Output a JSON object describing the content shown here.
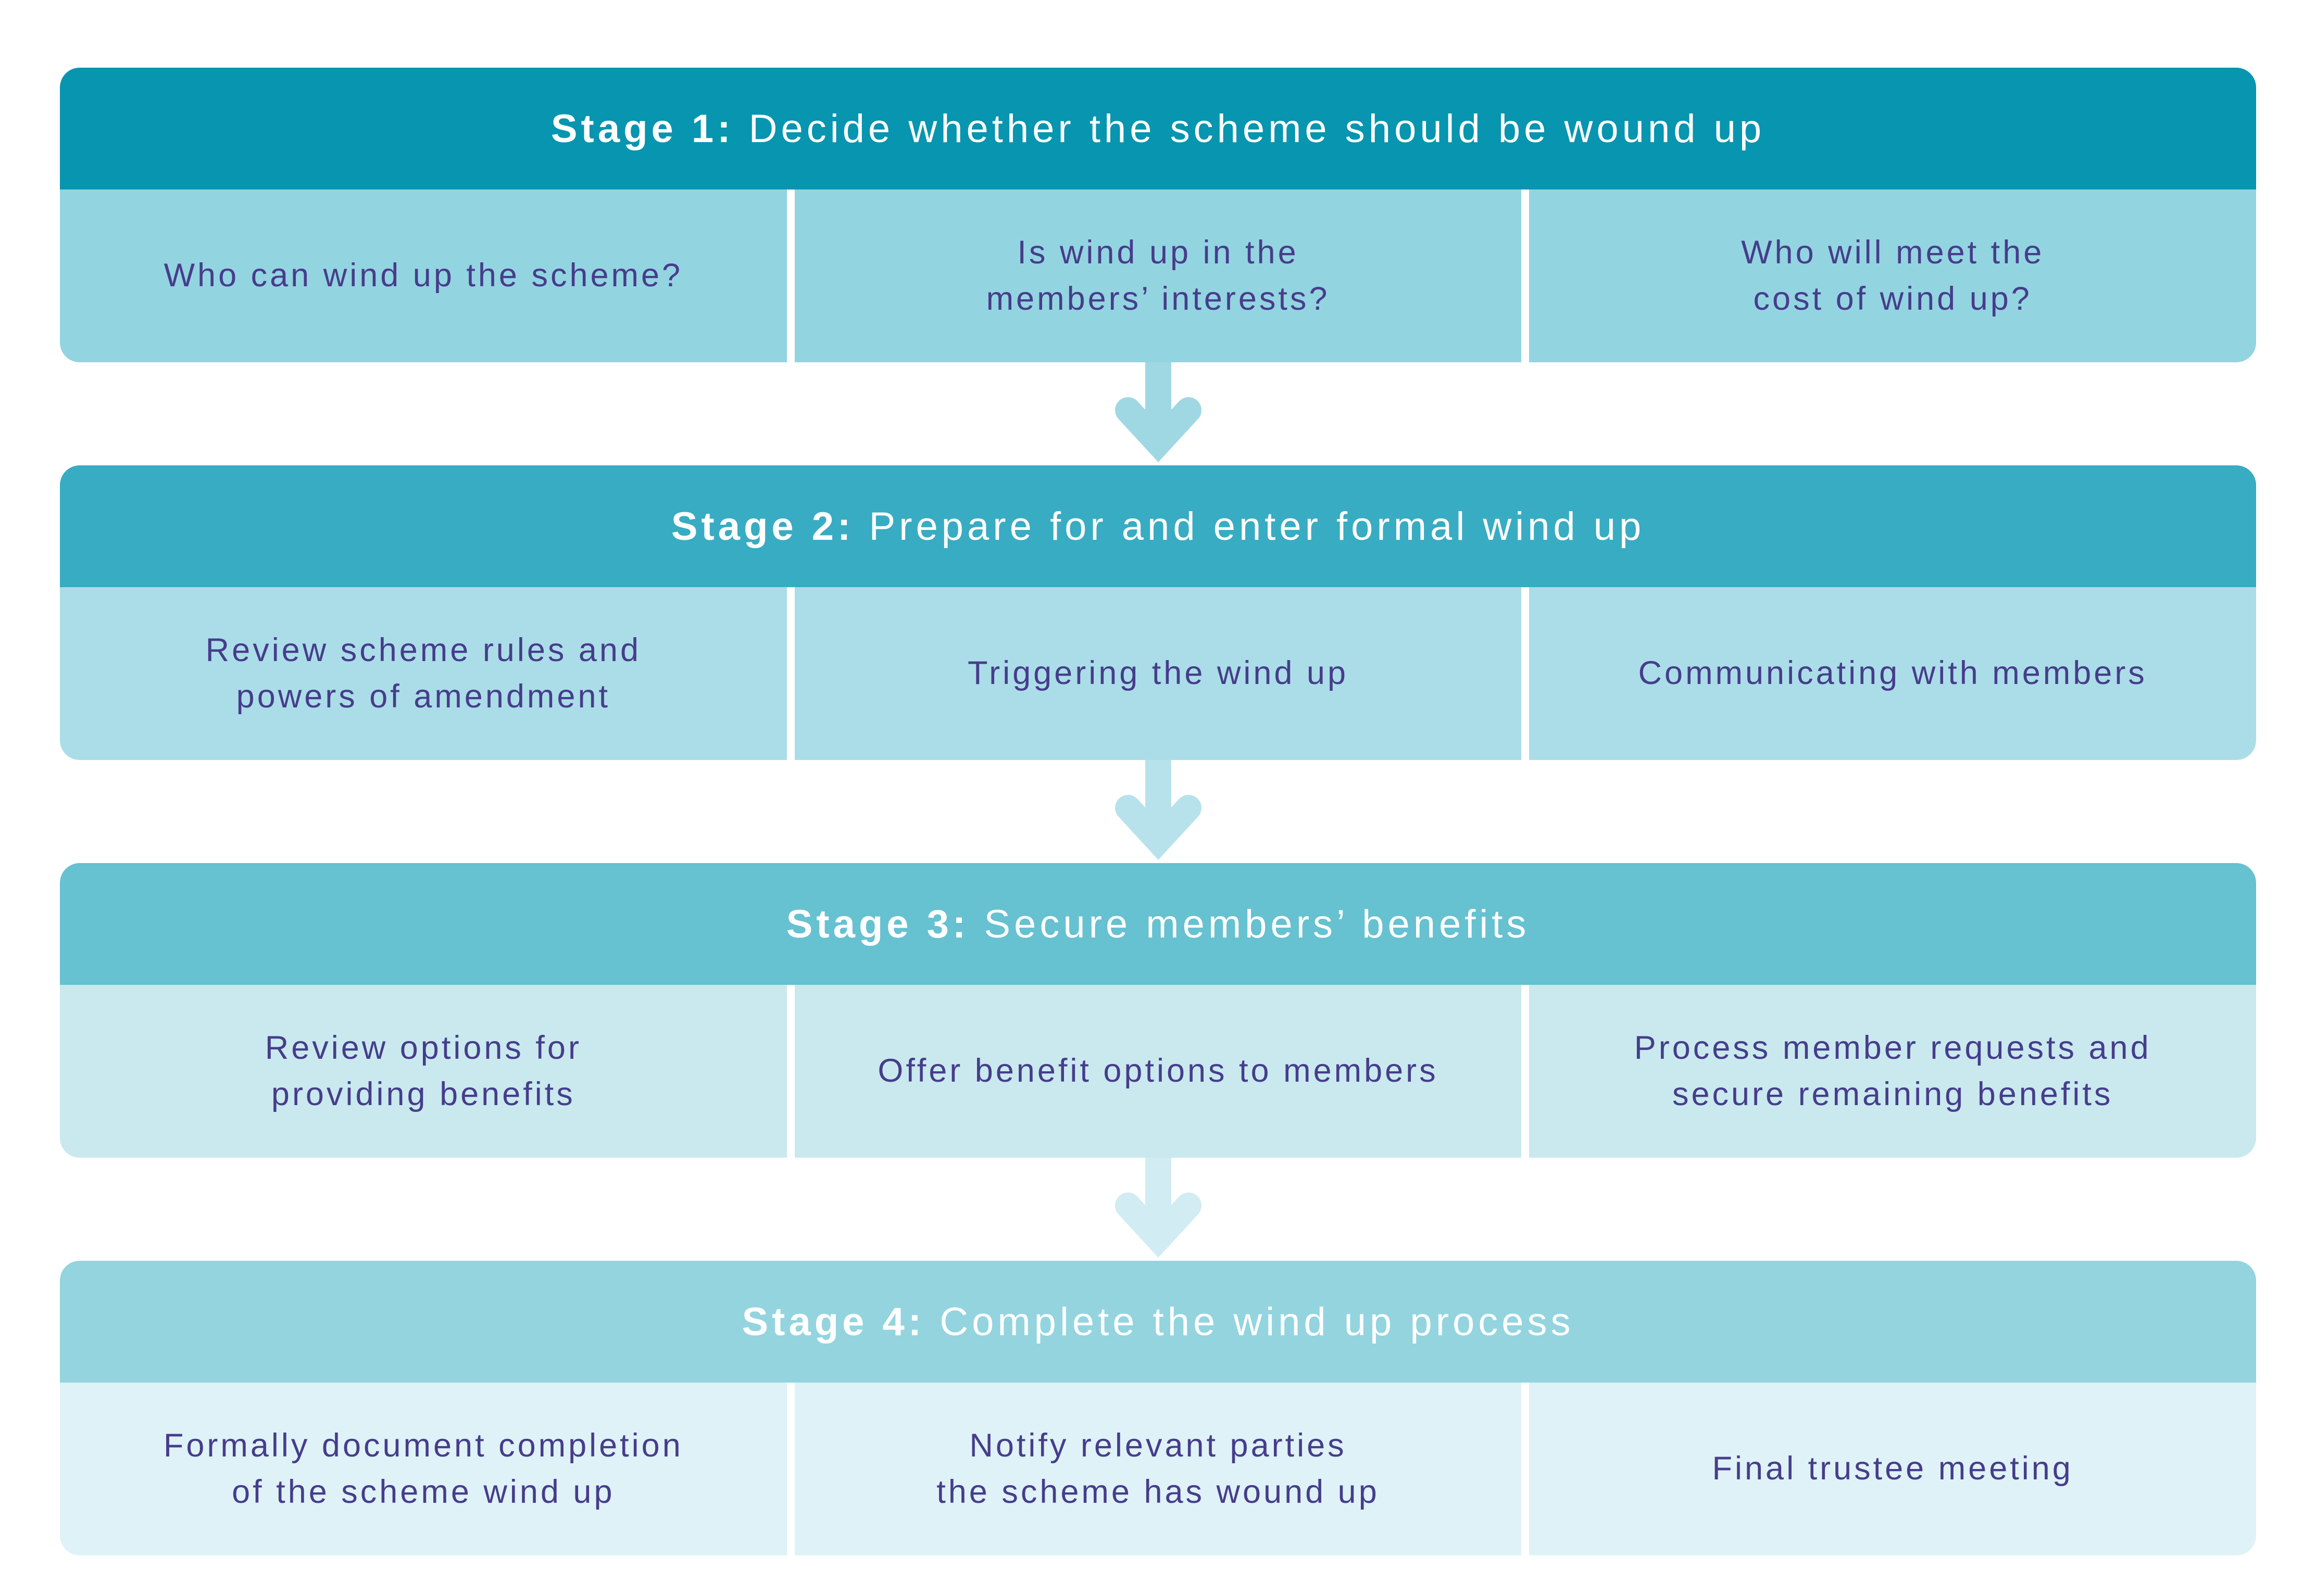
{
  "diagram": {
    "background": "#ffffff",
    "text_color": "#463d8b",
    "header_text_color": "#ffffff"
  },
  "stages": [
    {
      "header": {
        "label": "Stage 1:",
        "title": " Decide whether the scheme should be wound up"
      },
      "colors": {
        "header_bg": "#0795b0",
        "header_text": "#ffffff",
        "cell_bg": "#93d4e1",
        "cell_text": "#463d8b"
      },
      "cells": [
        {
          "text": "Who can wind up the scheme?"
        },
        {
          "text": "Is wind up in the\nmembers’ interests?"
        },
        {
          "text": "Who will meet the\ncost of wind up?"
        }
      ]
    },
    {
      "header": {
        "label": "Stage 2:",
        "title": " Prepare for and enter formal wind up"
      },
      "colors": {
        "header_bg": "#38acc2",
        "header_text": "#ffffff",
        "cell_bg": "#abdde8",
        "cell_text": "#463d8b"
      },
      "cells": [
        {
          "text": "Review scheme rules and\npowers of amendment"
        },
        {
          "text": "Triggering the wind up"
        },
        {
          "text": "Communicating with members"
        }
      ]
    },
    {
      "header": {
        "label": "Stage 3:",
        "title": " Secure members’ benefits"
      },
      "colors": {
        "header_bg": "#66c1d1",
        "header_text": "#ffffff",
        "cell_bg": "#c9e9ef",
        "cell_text": "#463d8b"
      },
      "cells": [
        {
          "text": "Review options for\nproviding benefits"
        },
        {
          "text": "Offer benefit options to members"
        },
        {
          "text": "Process member requests and\nsecure remaining benefits"
        }
      ]
    },
    {
      "header": {
        "label": "Stage 4:",
        "title": " Complete the wind up process"
      },
      "colors": {
        "header_bg": "#93d4df",
        "header_text": "#ffffff",
        "cell_bg": "#dff2f7",
        "cell_text": "#463d8b"
      },
      "cells": [
        {
          "text": "Formally document completion\nof the scheme wind up"
        },
        {
          "text": "Notify relevant parties\nthe scheme has wound up"
        },
        {
          "text": "Final trustee meeting"
        }
      ]
    }
  ],
  "arrows": [
    {
      "name": "down-arrow",
      "color": "#9fd8e3"
    },
    {
      "name": "down-arrow",
      "color": "#b8e2eb"
    },
    {
      "name": "down-arrow",
      "color": "#d1ecf2"
    }
  ]
}
